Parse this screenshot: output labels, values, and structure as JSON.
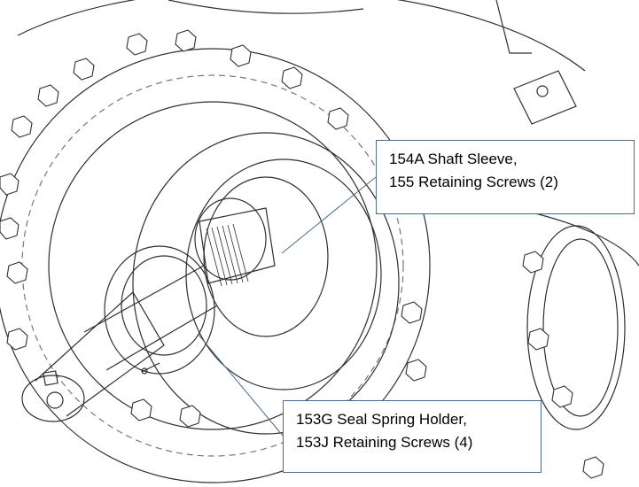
{
  "colors": {
    "line": "#2f2f2f",
    "dash": "#777777",
    "leader": "#4a6b8c",
    "callout_border": "#4a6b8c"
  },
  "callouts": {
    "shaft_sleeve": {
      "line1": "154A Shaft Sleeve,",
      "line2": "155 Retaining Screws (2)"
    },
    "spring_holder": {
      "line1": "153G Seal Spring Holder,",
      "line2": "153J Retaining Screws (4)"
    }
  }
}
